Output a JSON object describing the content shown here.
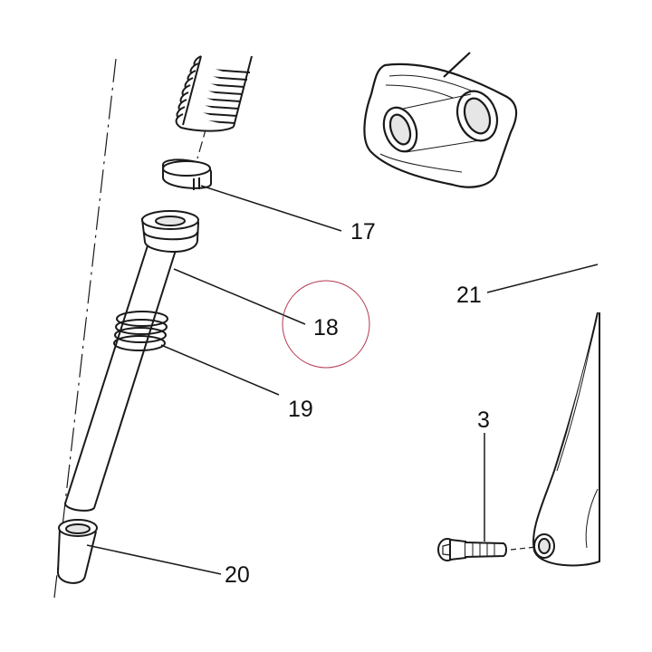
{
  "diagram": {
    "callouts": {
      "c17": "17",
      "c18": "18",
      "c19": "19",
      "c20": "20",
      "c21": "21",
      "c3": "3"
    },
    "colors": {
      "stroke": "#1a1a1a",
      "highlight_circle": "#b23a52",
      "part_fill": "#ffffff",
      "inner_fill": "#e6e6e6"
    }
  }
}
